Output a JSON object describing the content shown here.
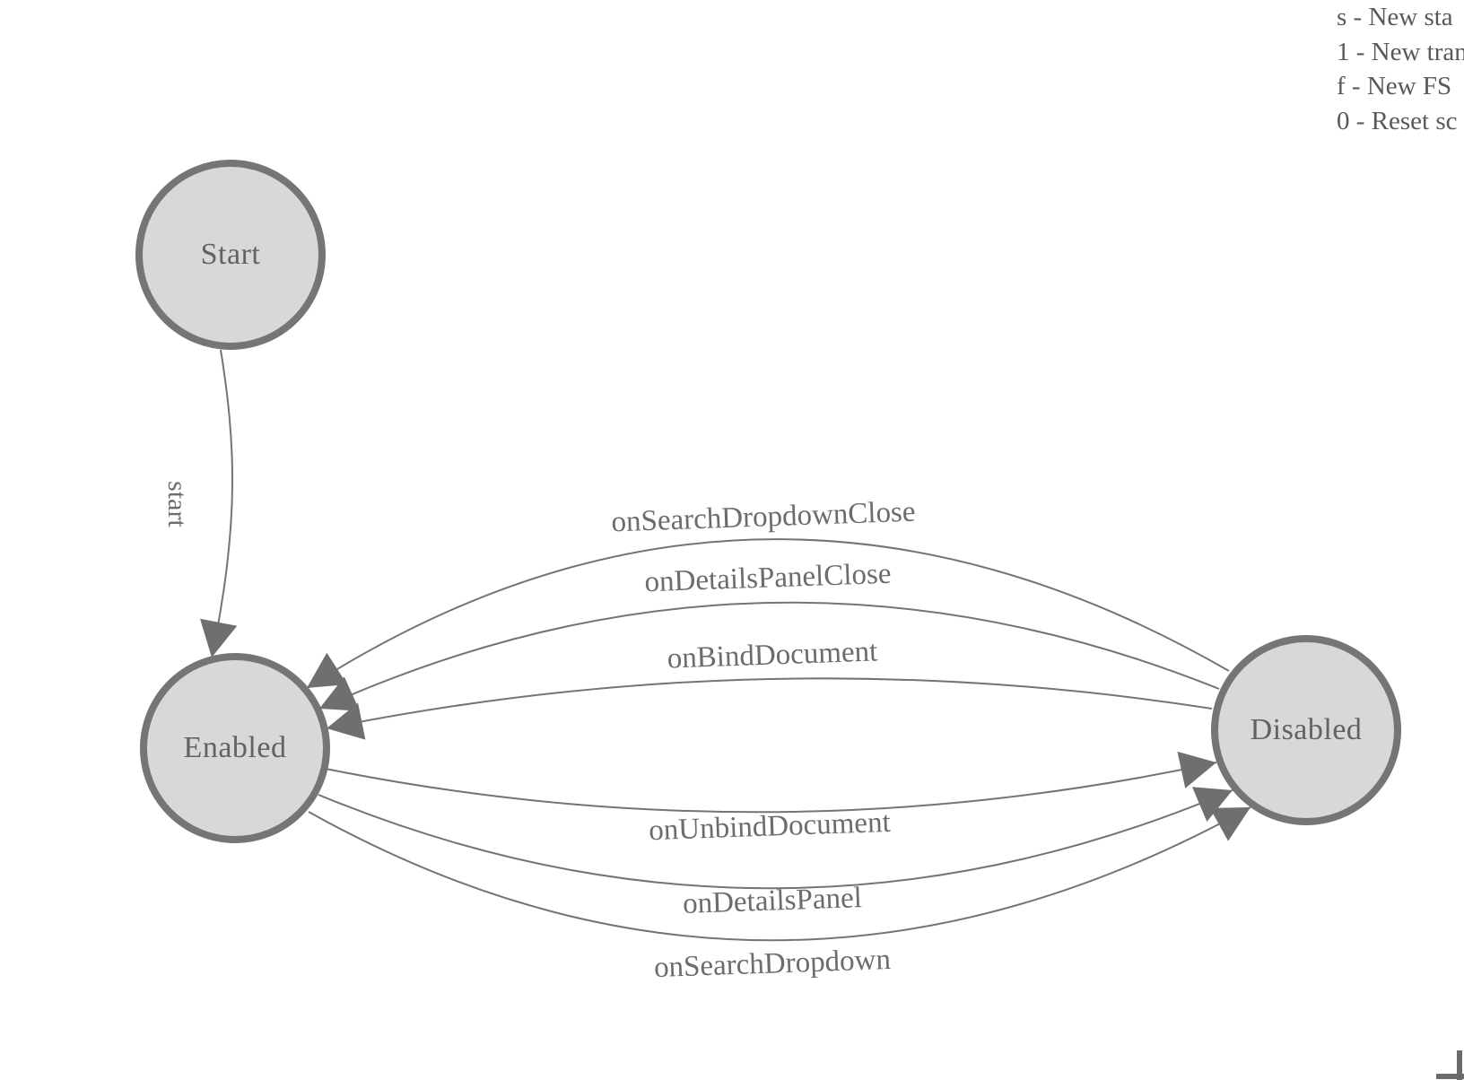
{
  "legend": {
    "lines": [
      "s - New sta",
      "1 - New tran",
      "f - New FS",
      "0 - Reset sc"
    ]
  },
  "states": [
    {
      "id": "start",
      "label": "Start"
    },
    {
      "id": "enabled",
      "label": "Enabled"
    },
    {
      "id": "disabled",
      "label": "Disabled"
    }
  ],
  "transitions": [
    {
      "label": "start",
      "from": "Start",
      "to": "Enabled"
    },
    {
      "label": "onSearchDropdownClose",
      "from": "Disabled",
      "to": "Enabled"
    },
    {
      "label": "onDetailsPanelClose",
      "from": "Disabled",
      "to": "Enabled"
    },
    {
      "label": "onBindDocument",
      "from": "Disabled",
      "to": "Enabled"
    },
    {
      "label": "onUnbindDocument",
      "from": "Enabled",
      "to": "Disabled"
    },
    {
      "label": "onDetailsPanel",
      "from": "Enabled",
      "to": "Disabled"
    },
    {
      "label": "onSearchDropdown",
      "from": "Enabled",
      "to": "Disabled"
    }
  ],
  "colors": {
    "node_fill": "#d8d8d8",
    "node_stroke": "#757575",
    "edge_stroke": "#747474",
    "arrow_fill": "#6f6f6f",
    "label_text": "#696d70",
    "legend_text": "#58595c"
  }
}
